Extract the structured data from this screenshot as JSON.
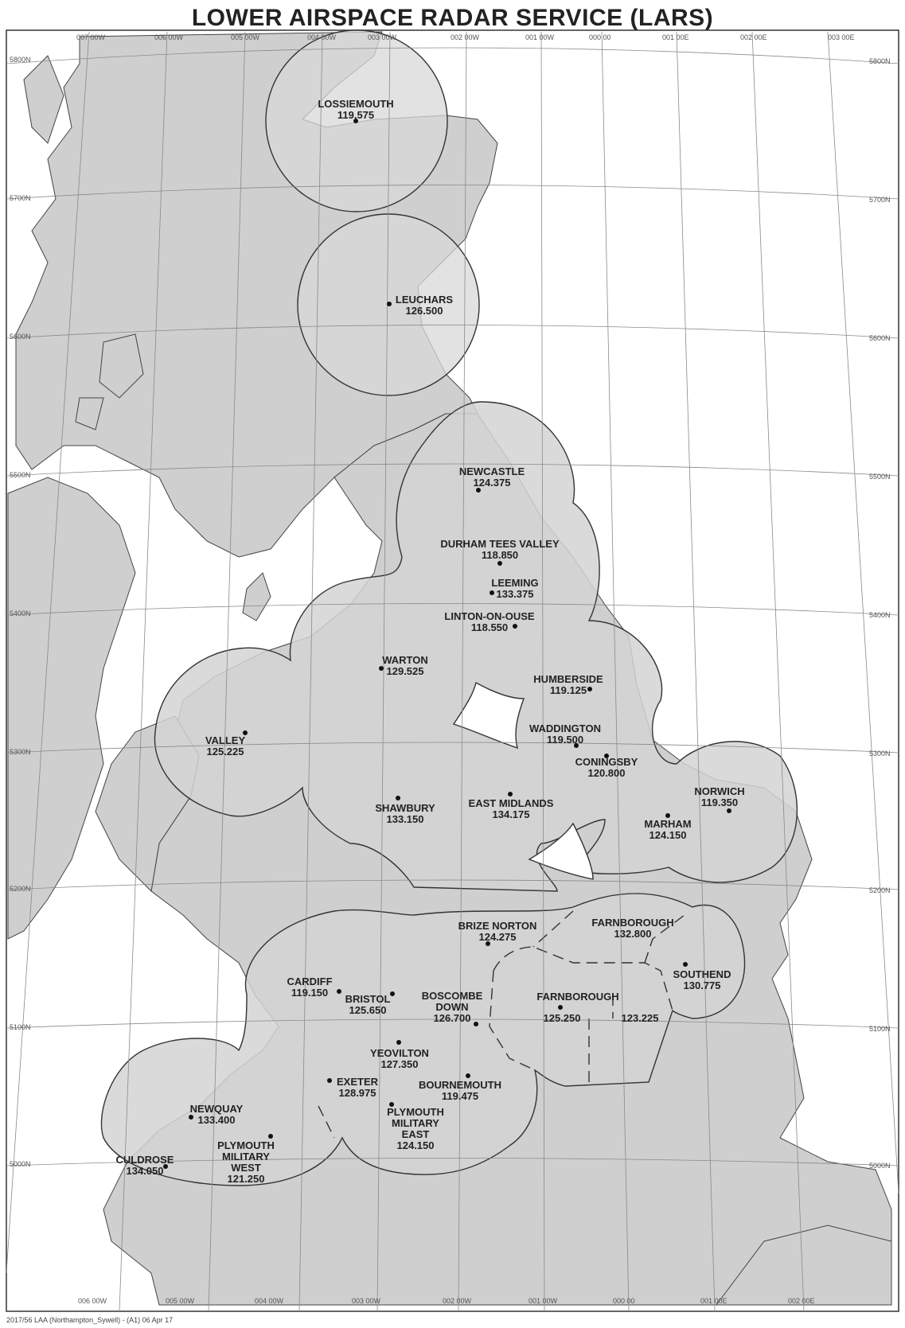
{
  "title": "LOWER AIRSPACE RADAR SERVICE (LARS)",
  "footer": "2017/56 LAA (Northampton_Sywell) - (A1) 06 Apr 17",
  "colors": {
    "land": "#cfcfcf",
    "sea": "#ffffff",
    "zone": "#dcdcdc",
    "zone_dark": "#bdbdbd",
    "line": "#333333",
    "grid": "#888888"
  },
  "grid": {
    "top_lon": [
      "007 00W",
      "006 00W",
      "005 00W",
      "004 00W",
      "003 00W",
      "002 00W",
      "001 00W",
      "000 00",
      "001 00E",
      "002 00E",
      "003 00E"
    ],
    "bottom_lon": [
      "006 00W",
      "005 00W",
      "004 00W",
      "003 00W",
      "002 00W",
      "001 00W",
      "000 00",
      "001 00E",
      "002 00E"
    ],
    "lat_left": [
      "5800N",
      "5700N",
      "5600N",
      "5500N",
      "5400N",
      "5300N",
      "5200N",
      "5100N",
      "5000N"
    ],
    "lat_right": [
      "5800N",
      "5700N",
      "5600N",
      "5500N",
      "5400N",
      "5300N",
      "5200N",
      "5100N",
      "5000N"
    ]
  },
  "stations": [
    {
      "name": "LOSSIEMOUTH",
      "freq": "119.575"
    },
    {
      "name": "LEUCHARS",
      "freq": "126.500"
    },
    {
      "name": "NEWCASTLE",
      "freq": "124.375"
    },
    {
      "name": "DURHAM TEES VALLEY",
      "freq": "118.850"
    },
    {
      "name": "LEEMING",
      "freq": "133.375"
    },
    {
      "name": "LINTON-ON-OUSE",
      "freq": "118.550"
    },
    {
      "name": "WARTON",
      "freq": "129.525"
    },
    {
      "name": "HUMBERSIDE",
      "freq": "119.125"
    },
    {
      "name": "WADDINGTON",
      "freq": "119.500"
    },
    {
      "name": "CONINGSBY",
      "freq": "120.800"
    },
    {
      "name": "VALLEY",
      "freq": "125.225"
    },
    {
      "name": "NORWICH",
      "freq": "119.350"
    },
    {
      "name": "SHAWBURY",
      "freq": "133.150"
    },
    {
      "name": "EAST MIDLANDS",
      "freq": "134.175"
    },
    {
      "name": "MARHAM",
      "freq": "124.150"
    },
    {
      "name": "BRIZE NORTON",
      "freq": "124.275"
    },
    {
      "name": "FARNBOROUGH",
      "freq": "132.800"
    },
    {
      "name": "CARDIFF",
      "freq": "119.150"
    },
    {
      "name": "BRISTOL",
      "freq": "125.650"
    },
    {
      "name": "BOSCOMBE",
      "freq": "DOWN"
    },
    {
      "name": "126.700",
      "freq": ""
    },
    {
      "name": "FARNBOROUGH",
      "freq": "125.250"
    },
    {
      "name": "123.225",
      "freq": ""
    },
    {
      "name": "SOUTHEND",
      "freq": "130.775"
    },
    {
      "name": "YEOVILTON",
      "freq": "127.350"
    },
    {
      "name": "EXETER",
      "freq": "128.975"
    },
    {
      "name": "BOURNEMOUTH",
      "freq": "119.475"
    },
    {
      "name": "NEWQUAY",
      "freq": "133.400"
    },
    {
      "name": "PLYMOUTH",
      "freq": "MILITARY"
    },
    {
      "name": "EAST",
      "freq": "124.150"
    },
    {
      "name": "CULDROSE",
      "freq": "134.050"
    },
    {
      "name": "PLYMOUTH",
      "freq": "MILITARY"
    },
    {
      "name": "WEST",
      "freq": "121.250"
    }
  ]
}
